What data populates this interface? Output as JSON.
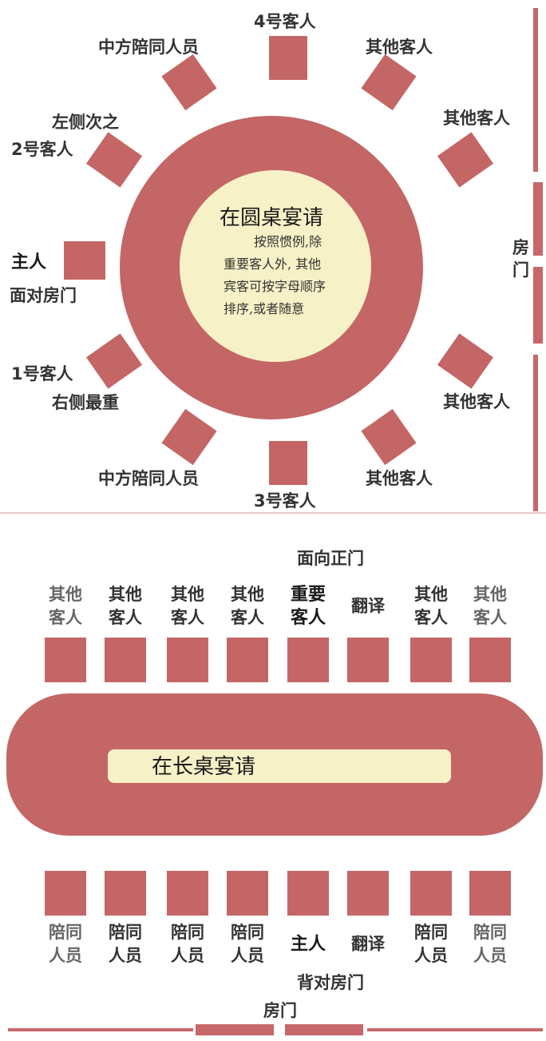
{
  "colors": {
    "table": "#c46666",
    "chair": "#c46666",
    "center": "#f6f1c6",
    "wall": "#c8676a",
    "divider": "#e8c8c8"
  },
  "round_banquet": {
    "title": "在圆桌宴请",
    "note_lines": [
      "按照惯例,除",
      "重要客人外, 其他",
      "宾客可按字母顺序",
      "排序,或者随意"
    ],
    "door_label": "房门",
    "seats": {
      "guest4": "4号客人",
      "escort_top": "中方陪同人员",
      "other_top_right": "其他客人",
      "other_right_upper": "其他客人",
      "guest2_note": "左侧次之",
      "guest2": "2号客人",
      "host": "主人",
      "host_note": "面对房门",
      "guest1": "1号客人",
      "guest1_note": "右侧最重",
      "other_right_lower": "其他客人",
      "escort_bottom": "中方陪同人员",
      "other_bottom_right": "其他客人",
      "guest3": "3号客人"
    }
  },
  "long_banquet": {
    "title": "在长桌宴请",
    "facing_door_top": "面向正门",
    "back_to_door": "背对房门",
    "door_label": "房门",
    "top_seats": [
      {
        "line1": "其他",
        "line2": "客人",
        "style": "light"
      },
      {
        "line1": "其他",
        "line2": "客人",
        "style": "normal"
      },
      {
        "line1": "其他",
        "line2": "客人",
        "style": "normal"
      },
      {
        "line1": "其他",
        "line2": "客人",
        "style": "normal"
      },
      {
        "line1": "重要",
        "line2": "客人",
        "style": "bold"
      },
      {
        "line1": "翻译",
        "line2": "",
        "style": "normal"
      },
      {
        "line1": "其他",
        "line2": "客人",
        "style": "normal"
      },
      {
        "line1": "其他",
        "line2": "客人",
        "style": "light"
      }
    ],
    "bottom_seats": [
      {
        "line1": "陪同",
        "line2": "人员",
        "style": "light"
      },
      {
        "line1": "陪同",
        "line2": "人员",
        "style": "normal"
      },
      {
        "line1": "陪同",
        "line2": "人员",
        "style": "normal"
      },
      {
        "line1": "陪同",
        "line2": "人员",
        "style": "normal"
      },
      {
        "line1": "主人",
        "line2": "",
        "style": "bold"
      },
      {
        "line1": "翻译",
        "line2": "",
        "style": "normal"
      },
      {
        "line1": "陪同",
        "line2": "人员",
        "style": "normal"
      },
      {
        "line1": "陪同",
        "line2": "人员",
        "style": "light"
      }
    ]
  }
}
